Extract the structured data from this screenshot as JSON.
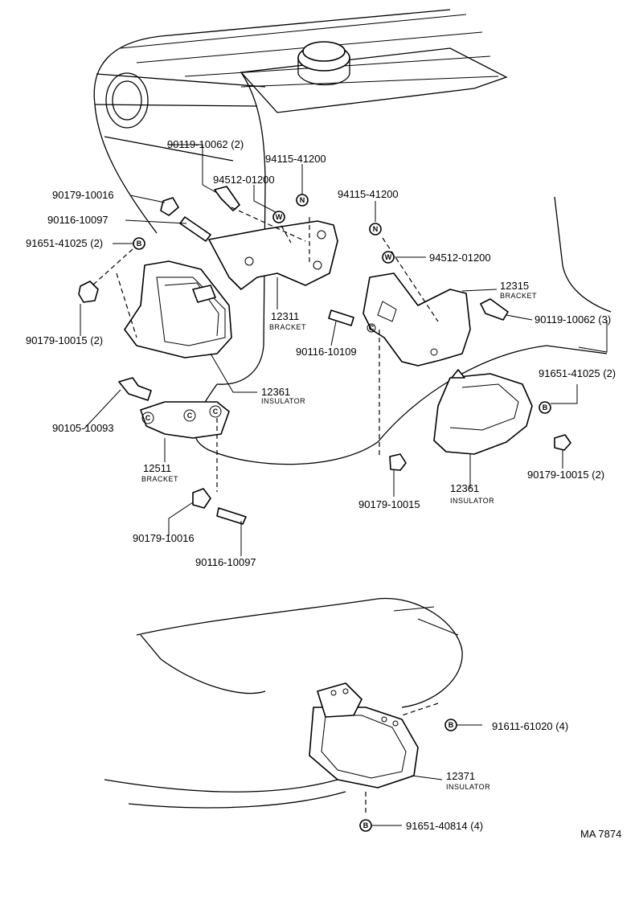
{
  "callouts": [
    {
      "id": "c1",
      "text": "90119-10062 (2)"
    },
    {
      "id": "c2",
      "text": "94115-41200"
    },
    {
      "id": "c3",
      "text": "94512-01200"
    },
    {
      "id": "c4",
      "text": "90179-10016"
    },
    {
      "id": "c5",
      "text": "90116-10097"
    },
    {
      "id": "c6",
      "text": "91651-41025 (2)"
    },
    {
      "id": "c7",
      "text": "90179-10015 (2)"
    },
    {
      "id": "c8",
      "text": "12311"
    },
    {
      "id": "c9",
      "text": "BRACKET"
    },
    {
      "id": "c10",
      "text": "12361"
    },
    {
      "id": "c11",
      "text": "INSULATOR"
    },
    {
      "id": "c12",
      "text": "90105-10093"
    },
    {
      "id": "c13",
      "text": "12511"
    },
    {
      "id": "c14",
      "text": "BRACKET"
    },
    {
      "id": "c15",
      "text": "90179-10016"
    },
    {
      "id": "c16",
      "text": "90116-10097"
    },
    {
      "id": "c17",
      "text": "94115-41200"
    },
    {
      "id": "c18",
      "text": "94512-01200"
    },
    {
      "id": "c19",
      "text": "12315"
    },
    {
      "id": "c20",
      "text": "BRACKET"
    },
    {
      "id": "c21",
      "text": "90116-10109"
    },
    {
      "id": "c22",
      "text": "90119-10062 (3)"
    },
    {
      "id": "c23",
      "text": "91651-41025 (2)"
    },
    {
      "id": "c24",
      "text": "90179-10015"
    },
    {
      "id": "c25",
      "text": "12361"
    },
    {
      "id": "c26",
      "text": "INSULATOR"
    },
    {
      "id": "c27",
      "text": "90179-10015 (2)"
    },
    {
      "id": "c28",
      "text": "91611-61020 (4)"
    },
    {
      "id": "c29",
      "text": "12371"
    },
    {
      "id": "c30",
      "text": "INSULATOR"
    },
    {
      "id": "c31",
      "text": "91651-40814 (4)"
    }
  ],
  "markers": {
    "b": "B",
    "n": "N",
    "w": "W",
    "c": "C"
  },
  "figure_code": "MA 7874"
}
